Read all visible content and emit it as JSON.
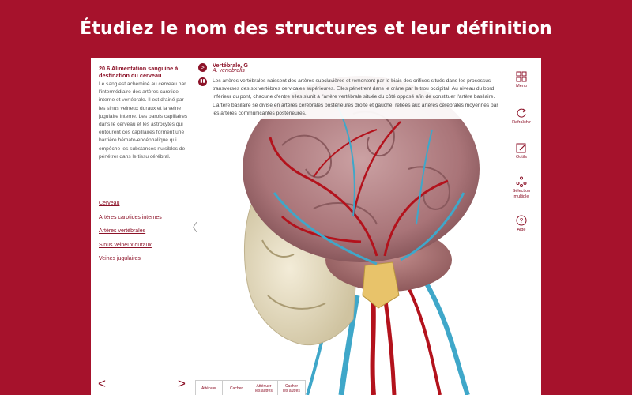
{
  "banner": {
    "title": "Étudiez le nom des structures et leur définition"
  },
  "left_panel": {
    "section_title": "20.6 Alimentation sanguine à destination du cerveau",
    "section_body": "Le sang est acheminé au cerveau par l'intermédiaire des artères carotide interne et vertébrale. Il est drainé par les sinus veineux duraux et la veine jugulaire interne. Les parois capillaires dans le cerveau et les astrocytes qui entourent ces capillaires forment une barrière hémato-encéphalique qui empêche les substances nuisibles de pénétrer dans le tissu cérébral.",
    "links": [
      "Cerveau",
      "Artères carotides internes",
      "Artères vertébrales",
      "Sinus veineux duraux",
      "Veines jugulaires"
    ],
    "nav_prev": "<",
    "nav_next": ">",
    "collapse": "〈"
  },
  "info": {
    "arrow_icon": ">",
    "name": "Vertébrale, G",
    "latin": "A. vertebralis",
    "description": "Les artères vertébrales naissent des artères subclavières et remontent par le biais des orifices situés dans les processus transverses des six vertèbres cervicales supérieures. Elles pénètrent dans le crâne par le trou occipital. Au niveau du bord inférieur du pont, chacune d'entre elles s'unit à l'artère vertébrale située du côté opposé afin de constituer l'artère basilaire. L'artère basilaire se divise en artères cérébrales postérieures droite et gauche, reliées aux artères cérébrales moyennes par les artères communicantes postérieures."
  },
  "toolbar": {
    "menu": "Menu",
    "refresh": "Rafraîchir",
    "tools": "Outils",
    "multi_select_1": "Sélection",
    "multi_select_2": "multiple",
    "help": "Aide"
  },
  "bottom": {
    "b1": "Atténuer",
    "b2": "Cacher",
    "b3a": "Atténuer",
    "b3b": "les autres",
    "b4a": "Cacher",
    "b4b": "les autres"
  },
  "colors": {
    "brand": "#a6122c",
    "accent": "#8c1228",
    "artery": "#b3121c",
    "vein": "#3fa7c9",
    "brain": "#b98a8f",
    "bone": "#e8e0c4",
    "vertebra_highlight": "#e8c36a"
  }
}
